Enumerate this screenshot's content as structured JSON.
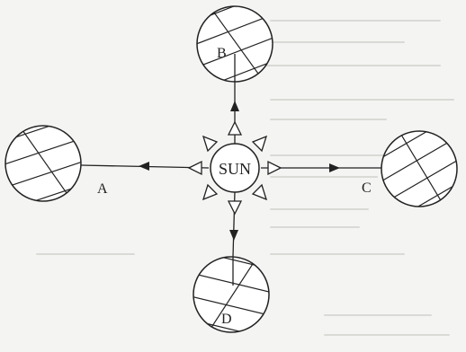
{
  "diagram": {
    "sun_label": "SUN",
    "positions": {
      "top": "B",
      "left": "A",
      "right": "C",
      "bottom": "D"
    }
  }
}
